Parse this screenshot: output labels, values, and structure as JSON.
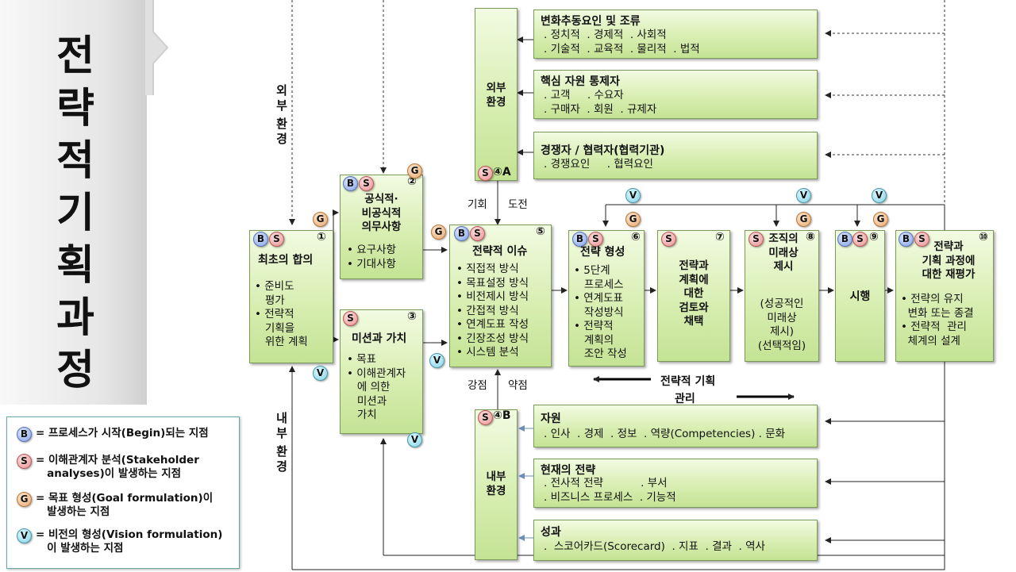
{
  "title_chars": [
    "전",
    "략",
    "적",
    "기",
    "획",
    "과",
    "정"
  ],
  "external_env_label": [
    "외",
    "부",
    "환",
    "경"
  ],
  "internal_env_label": [
    "내",
    "부",
    "환",
    "경"
  ],
  "box_external": {
    "title": "외부\n환경",
    "badge": "④A"
  },
  "box_internal": {
    "title": "내부\n환경",
    "badge": "④B"
  },
  "ext_boxes": [
    {
      "title": "변화추동요인 및 조류",
      "lines": ". 정치적  . 경제적  . 사회적\n. 기술적  . 교육적  . 물리적  . 법적"
    },
    {
      "title": "핵심 자원 통제자",
      "lines": ". 고객     . 수요자\n. 구매자  . 회원  . 규제자"
    },
    {
      "title": "경쟁자 / 협력자(협력기관)",
      "lines": ". 경쟁요인     . 협력요인"
    }
  ],
  "int_boxes": [
    {
      "title": "자원",
      "lines": ". 인사  . 경제  . 정보  . 역량(Competencies) . 문화"
    },
    {
      "title": "현재의 전략",
      "lines": ". 전사적 전략           . 부서\n. 비즈니스 프로세스  . 기능적"
    },
    {
      "title": "성과",
      "lines": ".  스코어카드(Scorecard)  . 지표  . 결과  . 역사"
    }
  ],
  "step1": {
    "num": "①",
    "title": "최초의 합의",
    "lines": "• 준비도\n   평가\n• 전략적\n   기획을\n   위한 계획"
  },
  "step2": {
    "num": "②",
    "title": "공식적·\n비공식적\n의무사항",
    "lines": "• 요구사항\n• 기대사항"
  },
  "step3": {
    "num": "③",
    "title": "미션과 가치",
    "lines": "• 목표\n• 이해관계자\n   에 의한\n   미션과\n   가치"
  },
  "step5": {
    "num": "⑤",
    "title": "전략적 이슈",
    "lines": "• 직접적 방식\n• 목표설정 방식\n• 비전제시 방식\n• 간접적 방식\n• 연계도표 작성\n• 긴장조성 방식\n• 시스템 분석"
  },
  "step6": {
    "num": "⑥",
    "title": "전략 형성",
    "lines": "• 5단계\n   프로세스\n• 연계도표\n   작성방식\n• 전략적\n   계획의\n   조안 작성"
  },
  "step7": {
    "num": "⑦",
    "title": "전략과\n계획에\n대한\n검토와\n채택"
  },
  "step8": {
    "num": "⑧",
    "title": "조직의\n미래상\n제시",
    "lines": "(성공적인\n미래상\n제시)\n(선택적임)"
  },
  "step9": {
    "num": "⑨",
    "title": "시행"
  },
  "step10": {
    "num": "⑩",
    "title": "전략과\n기획 과정에\n대한 재평가",
    "lines": "• 전략의 유지\n  변화 또는 종결\n• 전략적  관리\n  체계의 설계"
  },
  "labels": {
    "opportunity": "기회",
    "challenge": "도전",
    "strength": "강점",
    "weakness": "약점",
    "mgmt_line1": "전략적 기획",
    "mgmt_line2": "관리"
  },
  "legend": [
    {
      "letter": "B",
      "text": "= 프로세스가 시작(Begin)되는 지점"
    },
    {
      "letter": "S",
      "text": "= 이해관계자 분석(Stakeholder\n   analyses)이 발생하는 지점"
    },
    {
      "letter": "G",
      "text": "= 목표 형성(Goal formulation)이\n   발생하는 지점"
    },
    {
      "letter": "V",
      "text": "= 비전의 형성(Vision formulation)\n   이 발생하는 지점"
    }
  ],
  "markers": {
    "B": "B",
    "S": "S",
    "G": "G",
    "V": "V"
  },
  "colors": {
    "box_fill": "#d8eeb2",
    "box_border": "#7a9a5a",
    "B": "#7f9ee6",
    "S": "#e68c8c",
    "G": "#e6a46a",
    "V": "#7fd0e6"
  }
}
